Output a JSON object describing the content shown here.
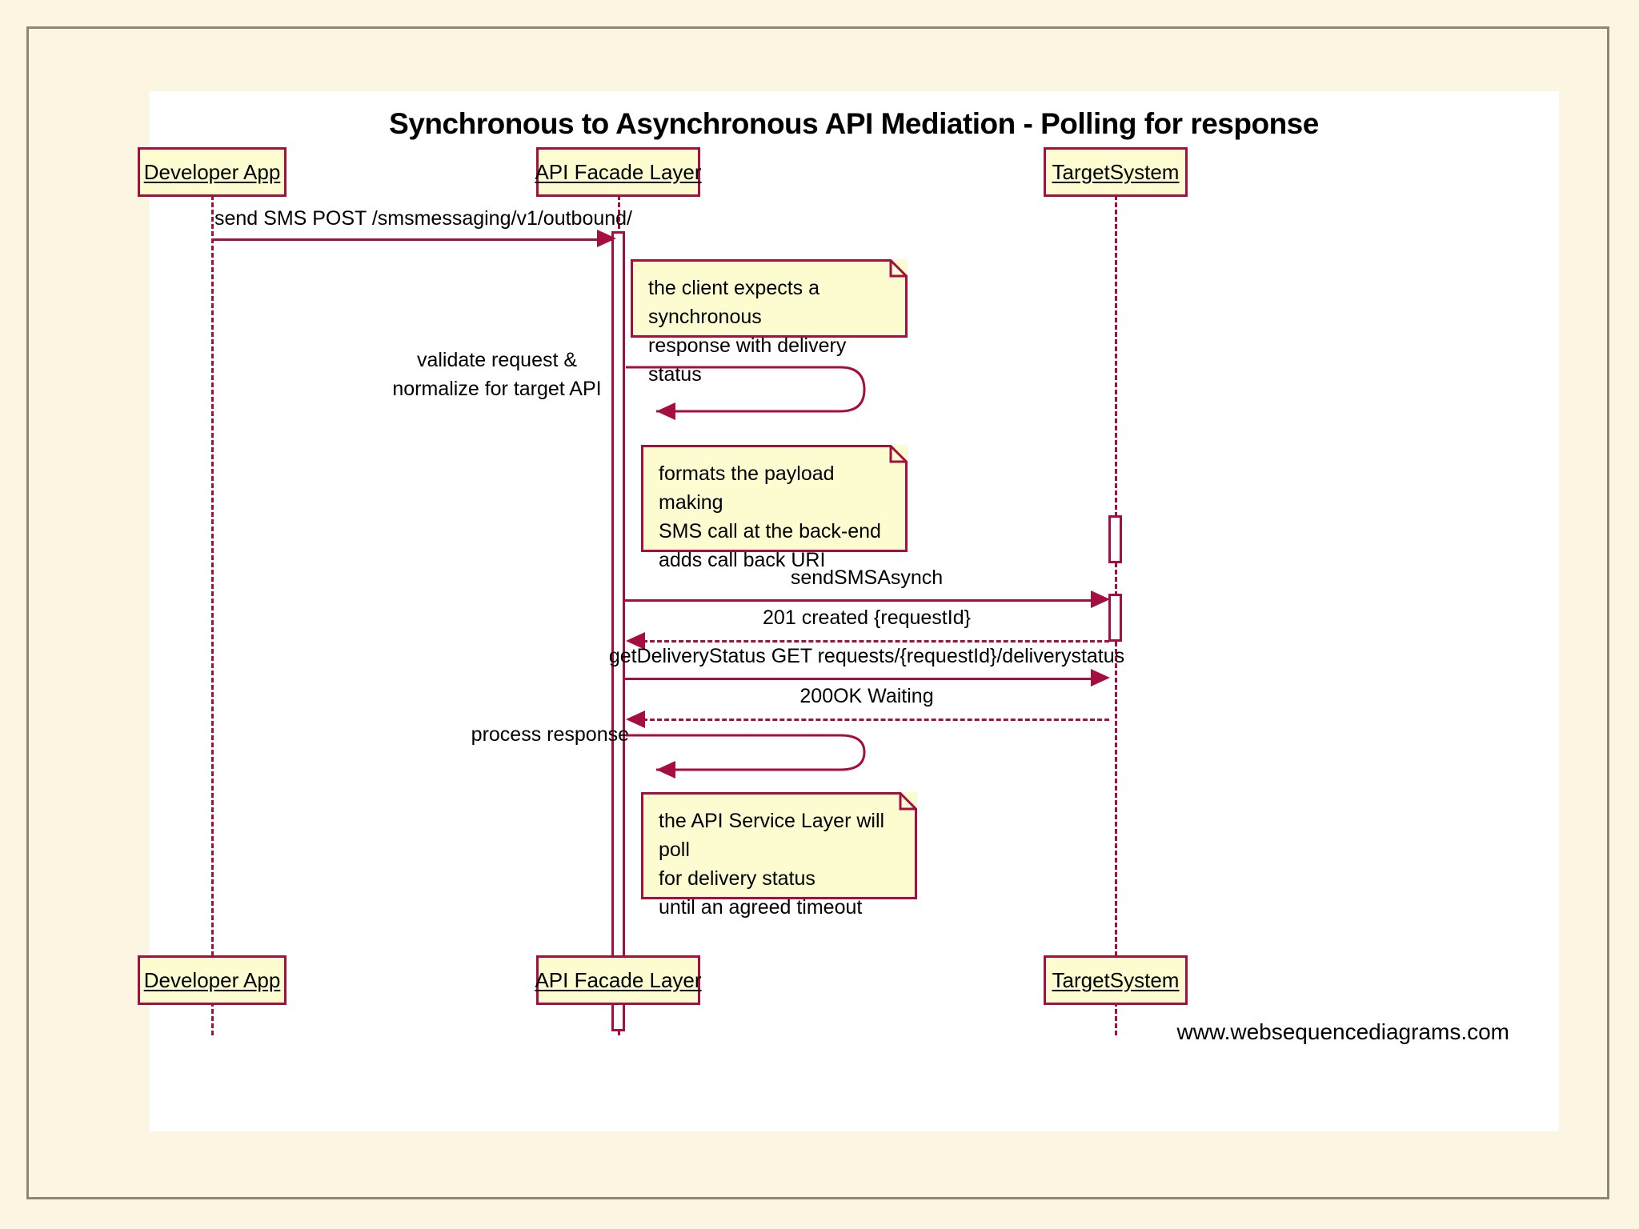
{
  "diagram": {
    "title": "Synchronous to Asynchronous API Mediation - Polling for response",
    "watermark": "www.websequencediagrams.com",
    "type": "uml-sequence-diagram",
    "colors": {
      "page_background": "#FCF5E2",
      "frame_border": "#8C8578",
      "canvas": "#FFFFFF",
      "accent_line": "#A50F3F",
      "box_fill": "#FCFCD0",
      "text": "#000000"
    },
    "participants": [
      {
        "id": "developer-app",
        "name": "Developer App"
      },
      {
        "id": "api-facade-layer",
        "name": "API Facade Layer"
      },
      {
        "id": "target-system",
        "name": "TargetSystem"
      }
    ],
    "messages": [
      {
        "id": "m1",
        "label": "send SMS POST /smsmessaging/v1/outbound/",
        "from": "developer-app",
        "to": "api-facade-layer",
        "style": "solid",
        "direction": "right"
      },
      {
        "id": "m2",
        "label_line1": "validate request &",
        "label_line2": "normalize for target API",
        "from": "api-facade-layer",
        "to": "api-facade-layer",
        "style": "solid",
        "direction": "self"
      },
      {
        "id": "m3",
        "label": "sendSMSAsynch",
        "from": "api-facade-layer",
        "to": "target-system",
        "style": "solid",
        "direction": "right"
      },
      {
        "id": "m4",
        "label": "201 created {requestId}",
        "from": "target-system",
        "to": "api-facade-layer",
        "style": "dashed",
        "direction": "left"
      },
      {
        "id": "m5",
        "label": "getDeliveryStatus GET requests/{requestId}/deliverystatus",
        "from": "api-facade-layer",
        "to": "target-system",
        "style": "solid",
        "direction": "right"
      },
      {
        "id": "m6",
        "label": "200OK Waiting",
        "from": "target-system",
        "to": "api-facade-layer",
        "style": "dashed",
        "direction": "left"
      },
      {
        "id": "m7",
        "label_line1": "process response",
        "from": "api-facade-layer",
        "to": "api-facade-layer",
        "style": "solid",
        "direction": "self"
      }
    ],
    "notes": [
      {
        "id": "note-1",
        "attached_to": "api-facade-layer",
        "text": "the client expects a synchronous\nresponse with delivery status"
      },
      {
        "id": "note-2",
        "attached_to": "api-facade-layer",
        "text": "formats the payload making\nSMS call at the back-end\nadds call back URI"
      },
      {
        "id": "note-3",
        "attached_to": "api-facade-layer",
        "text": "the API Service Layer will poll\nfor delivery status\nuntil an agreed timeout"
      }
    ]
  }
}
